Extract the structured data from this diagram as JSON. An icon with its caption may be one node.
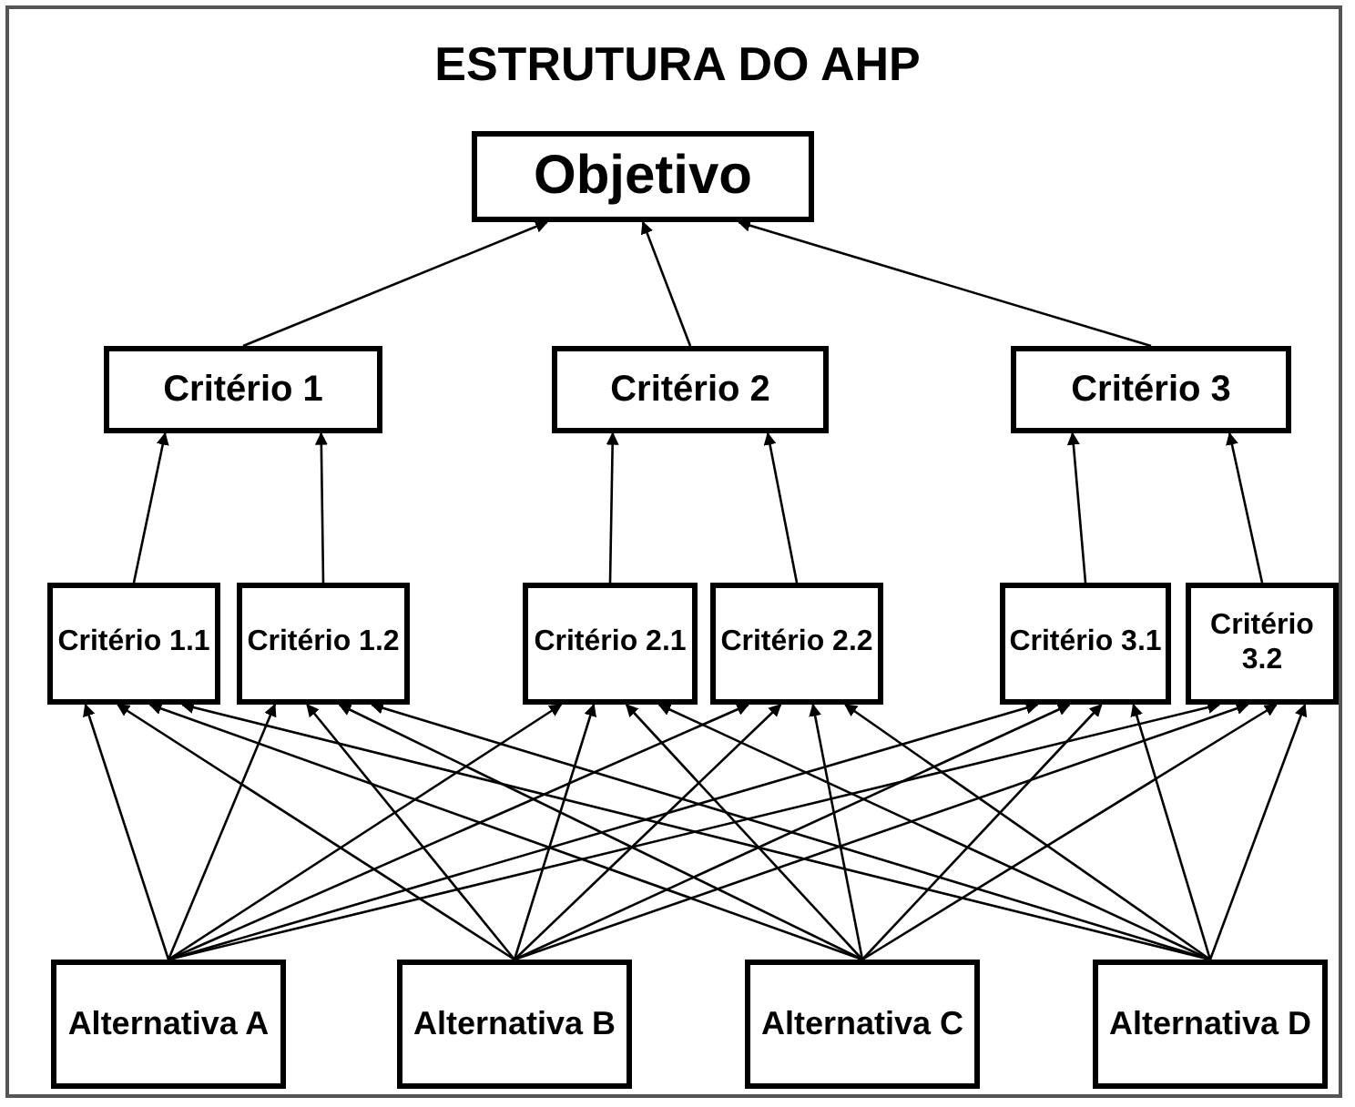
{
  "diagram": {
    "title": "ESTRUTURA DO AHP",
    "nodes": [
      {
        "text": [
          "Objetivo"
        ]
      },
      {
        "text": [
          "Critério 1"
        ]
      },
      {
        "text": [
          "Critério 2"
        ]
      },
      {
        "text": [
          "Critério 3"
        ]
      },
      {
        "text": [
          "Critério 1.1"
        ]
      },
      {
        "text": [
          "Critério 1.2"
        ]
      },
      {
        "text": [
          "Critério 2.1"
        ]
      },
      {
        "text": [
          "Critério 2.2"
        ]
      },
      {
        "text": [
          "Critério 3.1"
        ]
      },
      {
        "text": [
          "Critério 3.2"
        ]
      },
      {
        "text": [
          "Alternativa A"
        ]
      },
      {
        "text": [
          "Alternativa B"
        ]
      },
      {
        "text": [
          "Alternativa C"
        ]
      },
      {
        "text": [
          "Alternativa D"
        ]
      }
    ],
    "edges": [
      {
        "from": 1,
        "to": 0,
        "arrow": "to"
      },
      {
        "from": 2,
        "to": 0,
        "arrow": "to"
      },
      {
        "from": 3,
        "to": 0,
        "arrow": "to"
      },
      {
        "from": 4,
        "to": 1,
        "arrow": "to"
      },
      {
        "from": 5,
        "to": 1,
        "arrow": "to"
      },
      {
        "from": 6,
        "to": 2,
        "arrow": "to"
      },
      {
        "from": 7,
        "to": 2,
        "arrow": "to"
      },
      {
        "from": 8,
        "to": 3,
        "arrow": "to"
      },
      {
        "from": 9,
        "to": 3,
        "arrow": "to"
      },
      {
        "from": 10,
        "to": 4,
        "arrow": "to"
      },
      {
        "from": 10,
        "to": 5,
        "arrow": "to"
      },
      {
        "from": 10,
        "to": 6,
        "arrow": "to"
      },
      {
        "from": 10,
        "to": 7,
        "arrow": "to"
      },
      {
        "from": 10,
        "to": 8,
        "arrow": "to"
      },
      {
        "from": 10,
        "to": 9,
        "arrow": "to"
      },
      {
        "from": 11,
        "to": 4,
        "arrow": "to"
      },
      {
        "from": 11,
        "to": 5,
        "arrow": "to"
      },
      {
        "from": 11,
        "to": 6,
        "arrow": "to"
      },
      {
        "from": 11,
        "to": 7,
        "arrow": "to"
      },
      {
        "from": 11,
        "to": 8,
        "arrow": "to"
      },
      {
        "from": 11,
        "to": 9,
        "arrow": "to"
      },
      {
        "from": 12,
        "to": 4,
        "arrow": "to"
      },
      {
        "from": 12,
        "to": 5,
        "arrow": "to"
      },
      {
        "from": 12,
        "to": 6,
        "arrow": "to"
      },
      {
        "from": 12,
        "to": 7,
        "arrow": "to"
      },
      {
        "from": 12,
        "to": 8,
        "arrow": "to"
      },
      {
        "from": 12,
        "to": 9,
        "arrow": "to"
      },
      {
        "from": 13,
        "to": 4,
        "arrow": "to"
      },
      {
        "from": 13,
        "to": 5,
        "arrow": "to"
      },
      {
        "from": 13,
        "to": 6,
        "arrow": "to"
      },
      {
        "from": 13,
        "to": 7,
        "arrow": "to"
      },
      {
        "from": 13,
        "to": 8,
        "arrow": "to"
      },
      {
        "from": 13,
        "to": 9,
        "arrow": "to"
      }
    ]
  }
}
